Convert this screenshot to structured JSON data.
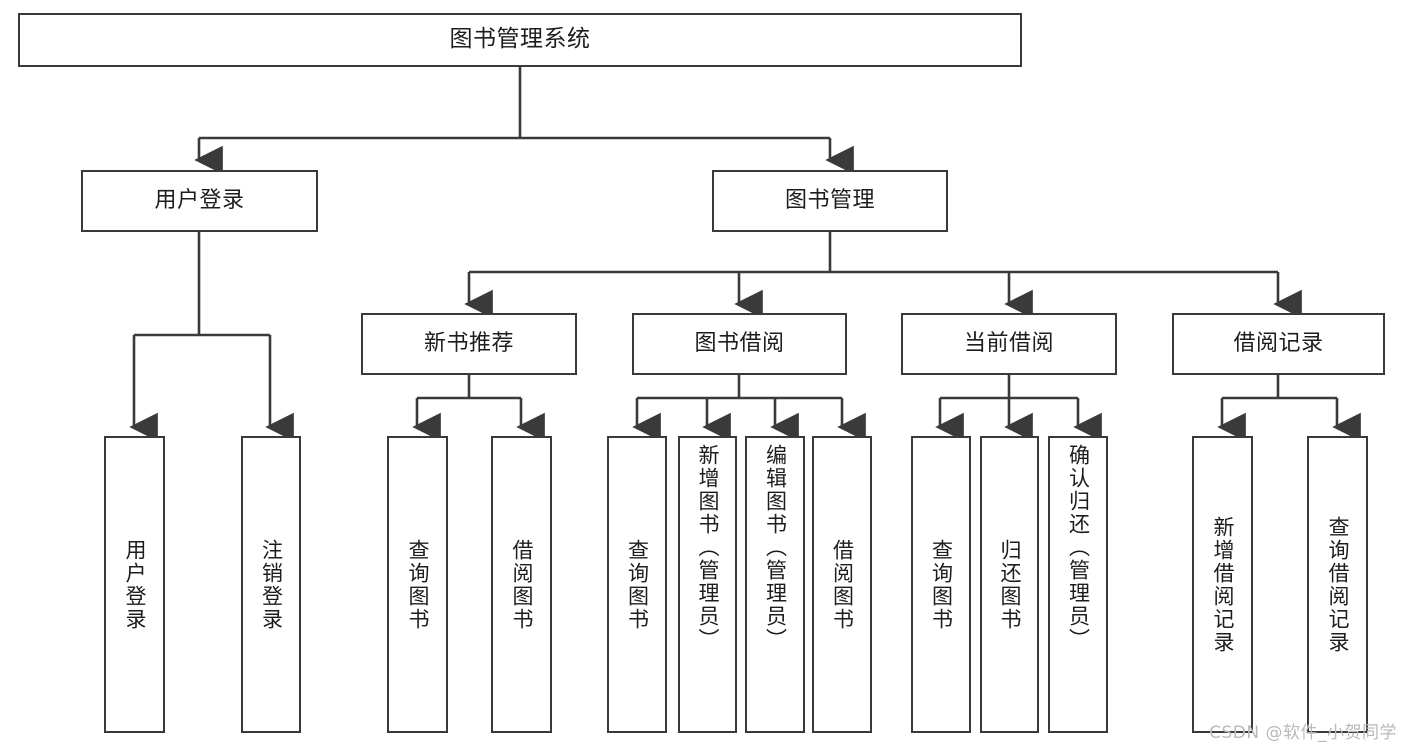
{
  "diagram": {
    "type": "tree",
    "title": "图书管理系统",
    "watermark": "CSDN @软件_小贺同学",
    "colors": {
      "box_border": "#3a3a3a",
      "box_fill": "#ffffff",
      "connector": "#3a3a3a",
      "text": "#1d1d1d",
      "watermark": "#b9b9b9",
      "background": "#ffffff"
    },
    "root": {
      "label": "图书管理系统"
    },
    "level2": [
      {
        "label": "用户登录"
      },
      {
        "label": "图书管理"
      }
    ],
    "level3": [
      {
        "label": "新书推荐"
      },
      {
        "label": "图书借阅"
      },
      {
        "label": "当前借阅"
      },
      {
        "label": "借阅记录"
      }
    ],
    "leaves": {
      "user_login": [
        {
          "label": "用户登录"
        },
        {
          "label": "注销登录"
        }
      ],
      "new_book_recommend": [
        {
          "label": "查询图书"
        },
        {
          "label": "借阅图书"
        }
      ],
      "book_borrow": [
        {
          "label": "查询图书"
        },
        {
          "label": "新增图书（管理员）"
        },
        {
          "label": "编辑图书（管理员）"
        },
        {
          "label": "借阅图书"
        }
      ],
      "current_borrow": [
        {
          "label": "查询图书"
        },
        {
          "label": "归还图书"
        },
        {
          "label": "确认归还（管理员）"
        }
      ],
      "borrow_records": [
        {
          "label": "新增借阅记录"
        },
        {
          "label": "查询借阅记录"
        }
      ]
    }
  }
}
